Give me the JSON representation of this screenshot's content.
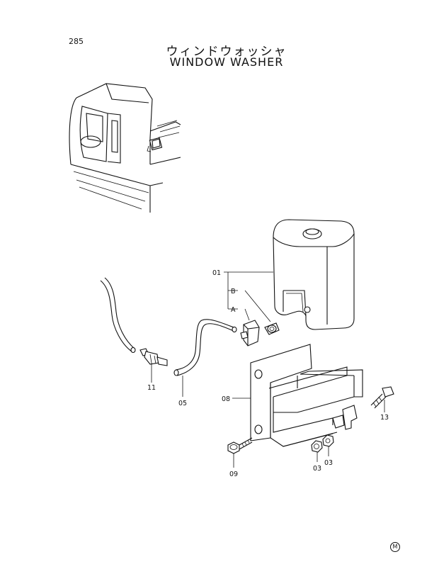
{
  "page": {
    "number": "285"
  },
  "title": {
    "japanese": "ウィンドウォッシャ",
    "english": "WINDOW  WASHER"
  },
  "callouts": {
    "c01": "01",
    "cB": "B",
    "cA": "A",
    "c11": "11",
    "c05": "05",
    "c08": "08",
    "c13": "13",
    "c09": "09",
    "c03a": "03",
    "c03b": "03"
  },
  "footer": {
    "mark": "M"
  }
}
